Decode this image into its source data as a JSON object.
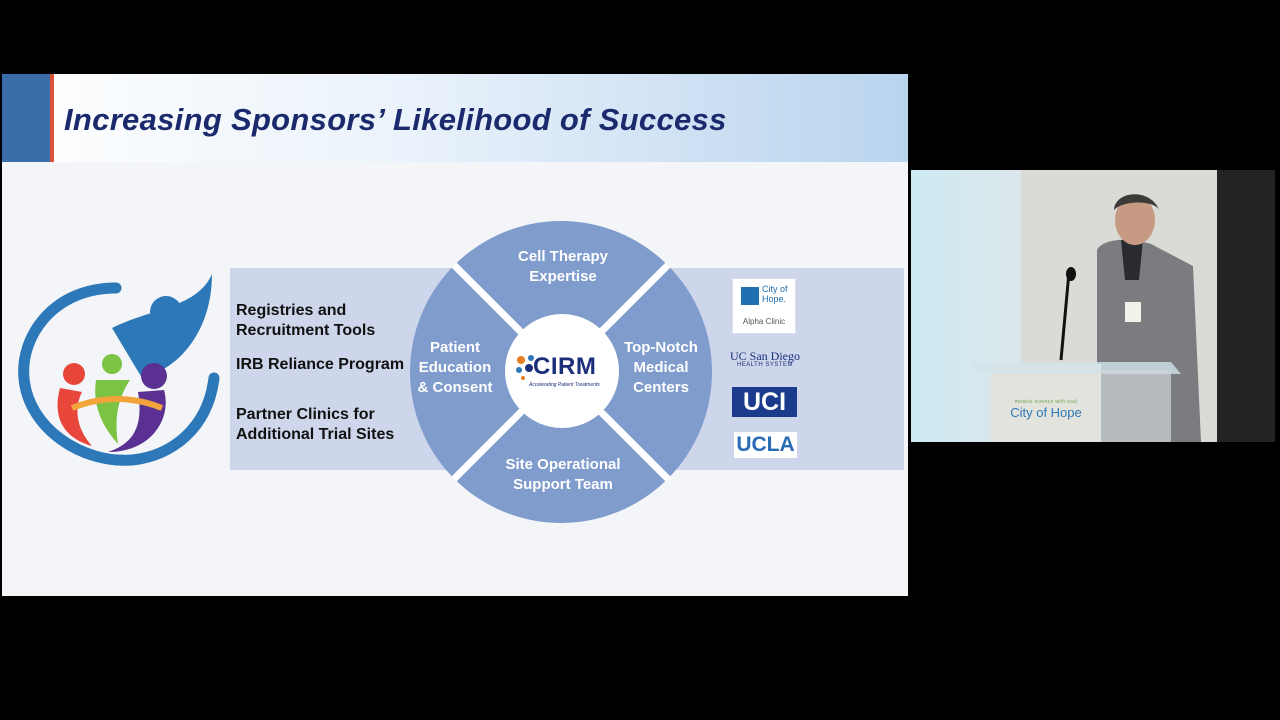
{
  "slide": {
    "title": "Increasing Sponsors’ Likelihood of Success",
    "bullets": [
      "Registries and Recruitment Tools",
      "IRB Reliance Program",
      "Partner Clinics for Additional Trial Sites"
    ],
    "circle": {
      "segments": [
        {
          "label_line1": "Cell Therapy",
          "label_line2": "Expertise"
        },
        {
          "label_line1": "Top-Notch",
          "label_line2": "Medical",
          "label_line3": "Centers"
        },
        {
          "label_line1": "Site Operational",
          "label_line2": "Support Team"
        },
        {
          "label_line1": "Patient",
          "label_line2": "Education",
          "label_line3": "& Consent"
        }
      ],
      "center_logo": {
        "word": "CIRM",
        "tagline": "Accelerating Patient Treatments"
      }
    },
    "partners": {
      "city_of_hope": {
        "line1": "City of",
        "line2": "Hope.",
        "sub": "Alpha Clinic"
      },
      "ucsd": {
        "line1": "UC San Diego",
        "line2": "HEALTH SYSTEM"
      },
      "uci": "UCI",
      "ucla": "UCLA"
    },
    "colors": {
      "title": "#1a2a6c",
      "circle": "#7f9ccd",
      "band": "#cdd6ea",
      "accent": "#3a6ea8"
    }
  },
  "video": {
    "podium_sign": "City of Hope",
    "podium_tagline": "miracle science with soul"
  }
}
